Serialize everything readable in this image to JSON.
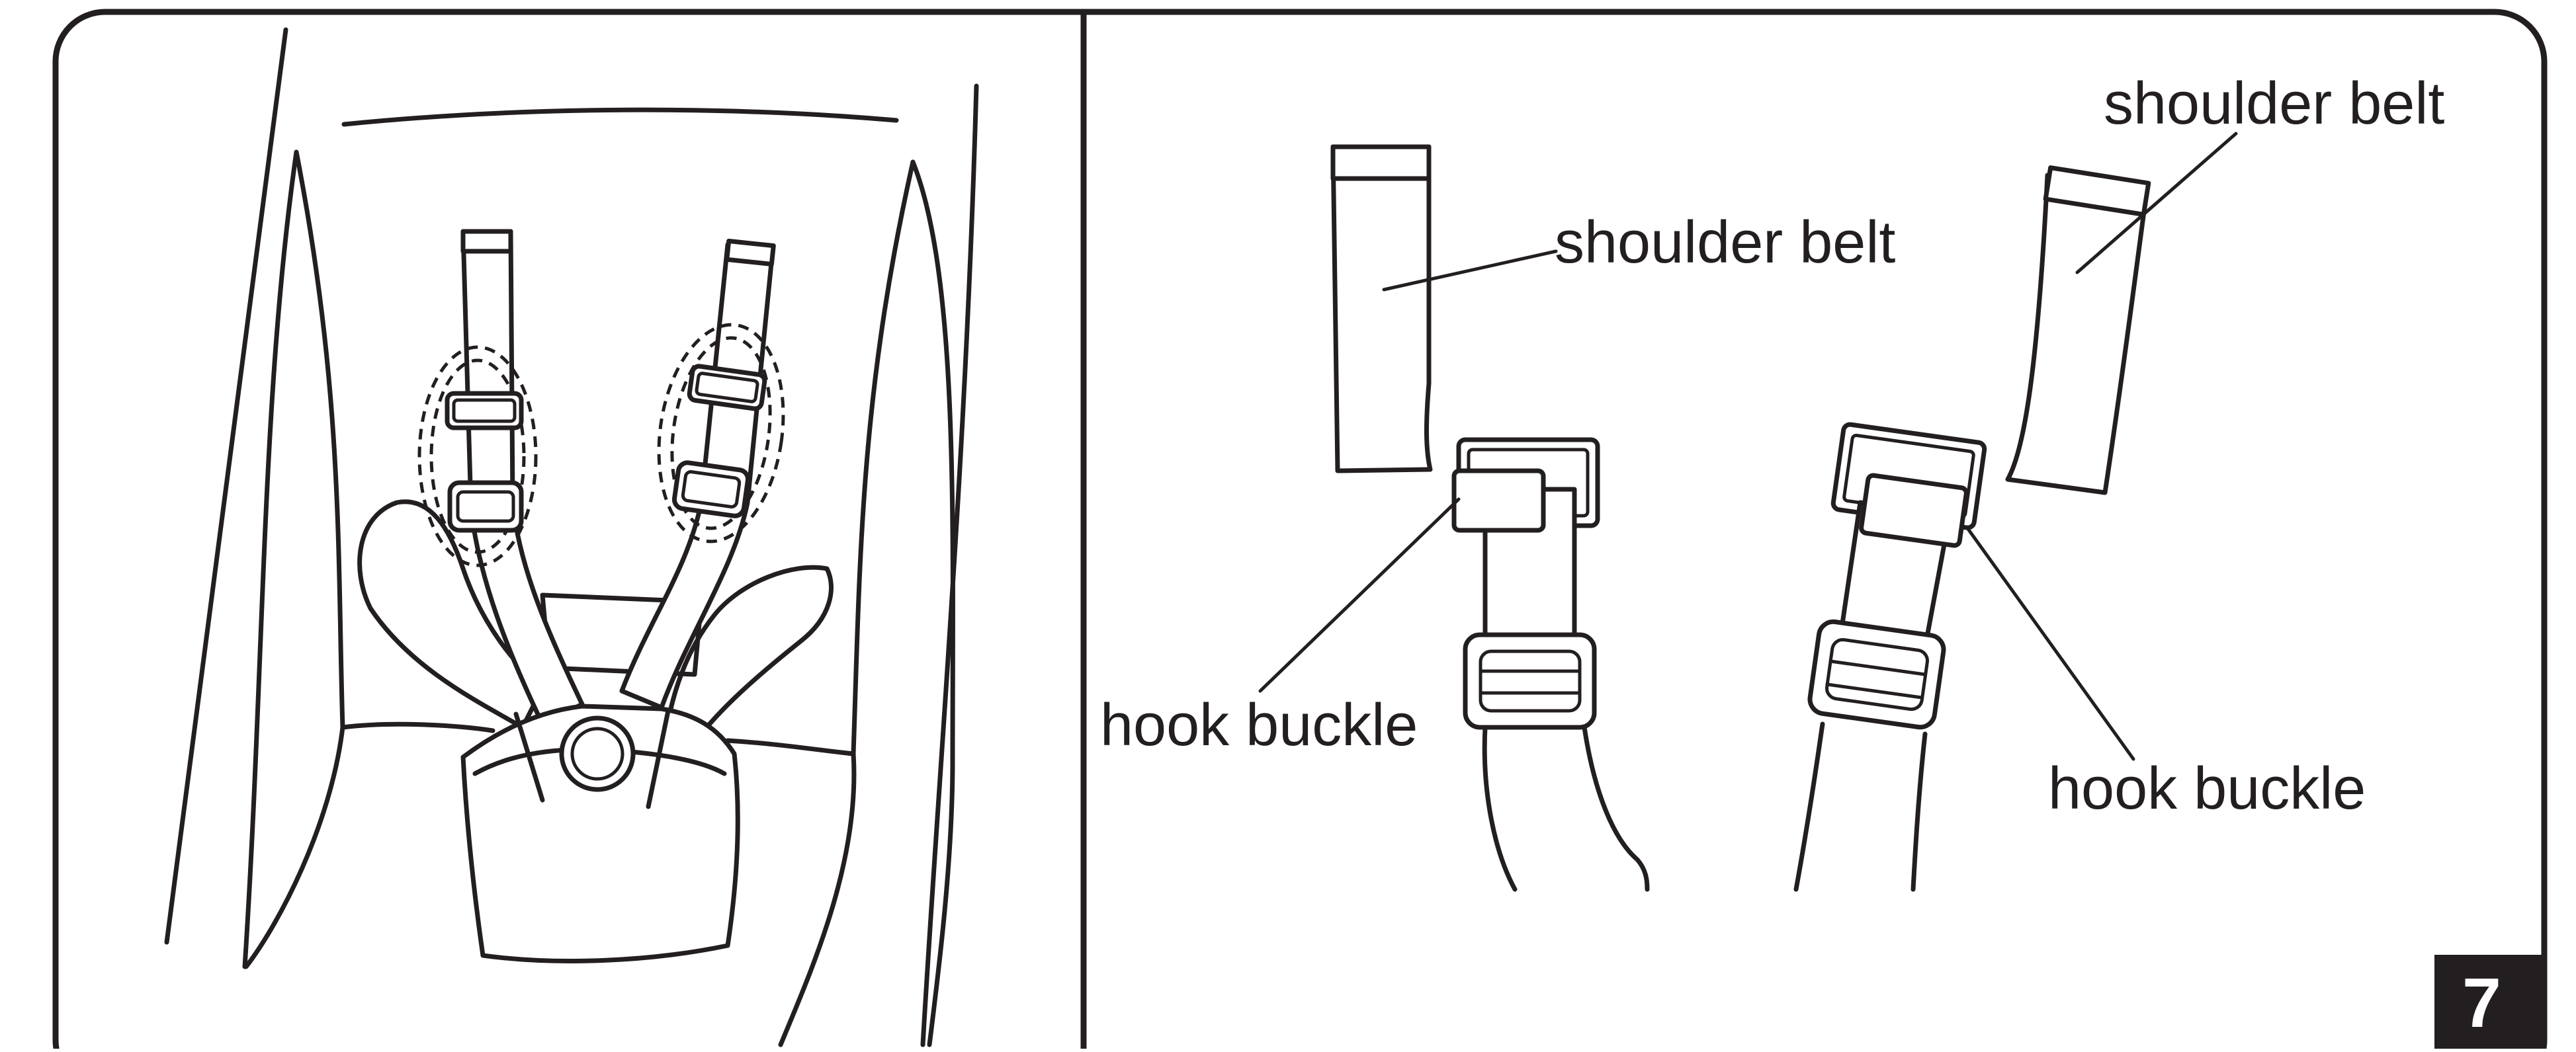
{
  "step": {
    "number": "7"
  },
  "right_panel": {
    "labels": {
      "shoulder_belt_left": "shoulder belt",
      "shoulder_belt_right": "shoulder belt",
      "hook_buckle_left": "hook buckle",
      "hook_buckle_right": "hook buckle"
    }
  },
  "colors": {
    "ink": "#231f20",
    "background": "#ffffff"
  }
}
